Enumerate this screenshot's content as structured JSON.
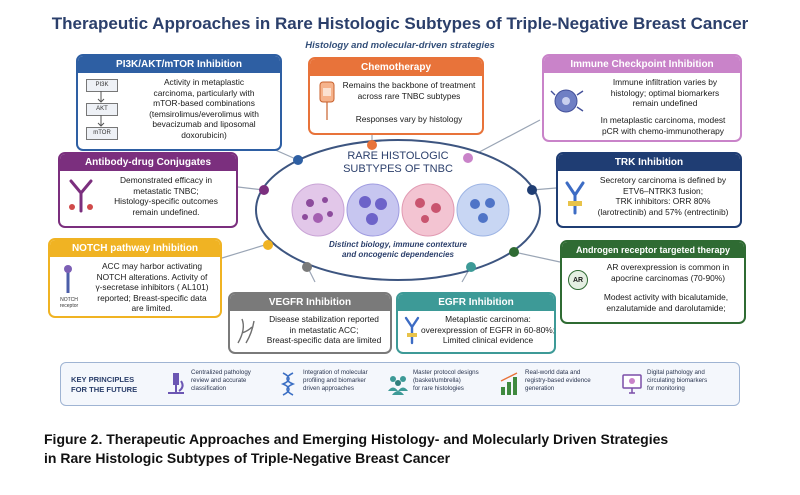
{
  "title": "Therapeutic Approaches in Rare Histologic Subtypes of Triple-Negative Breast Cancer",
  "subtitle": "Histology and molecular-driven strategies",
  "center": {
    "title_line1": "RARE HISTOLOGIC",
    "title_line2": "SUBTYPES OF TNBC",
    "desc_line1": "Distinct biology, immune contexture",
    "desc_line2": "and oncogenic dependencies"
  },
  "colors": {
    "pi3k": "#2e5fa3",
    "chemo": "#e8733a",
    "immune": "#c983c9",
    "adc": "#7b2f7e",
    "trk": "#1f3d73",
    "notch": "#f0b323",
    "androgen": "#2f6b33",
    "vegf": "#7a7a7a",
    "egfr": "#3d9a97"
  },
  "cards": {
    "pi3k": {
      "header": "PI3K/AKT/mTOR Inhibition",
      "lines": [
        "Activity in metaplastic",
        "carcinoma, particularly with",
        "mTOR-based combinations",
        "(temsirolimus/everolimus with",
        "bevacizumab and liposomal",
        "doxorubicin)"
      ],
      "pathway": [
        "PI3K",
        "AKT",
        "mTOR"
      ]
    },
    "chemo": {
      "header": "Chemotherapy",
      "lines": [
        "Remains the backbone of treatment",
        "across rare TNBC subtypes"
      ],
      "lines2": [
        "Responses vary by histology"
      ]
    },
    "immune": {
      "header": "Immune Checkpoint Inhibition",
      "lines": [
        "Immune infiltration varies by",
        "histology; optimal biomarkers",
        "remain undefined"
      ],
      "lines2": [
        "In metaplastic carcinoma, modest",
        "pCR with chemo-immunotherapy"
      ]
    },
    "adc": {
      "header": "Antibody-drug Conjugates",
      "lines": [
        "Demonstrated efficacy in",
        "metastatic TNBC;",
        "Histology-specific outcomes",
        "remain undefined."
      ]
    },
    "trk": {
      "header": "TRK Inhibition",
      "lines": [
        "Secretory carcinoma is defined by",
        "ETV6–NTRK3 fusion;",
        "TRK inhibitors: ORR 80%",
        "(larotrectinib) and 57% (entrectinib)"
      ]
    },
    "notch": {
      "header": "NOTCH pathway Inhibition",
      "lines": [
        "ACC may harbor activating",
        "NOTCH alterations. Activity of",
        "γ-secretase inhibitors ( AL101)",
        "reported; Breast-specific data",
        "are limited."
      ],
      "icon_label": "NOTCH receptor"
    },
    "androgen": {
      "header": "Androgen receptor targeted therapy",
      "lines": [
        "AR overexpression is common in",
        "apocrine carcinomas (70-90%)"
      ],
      "lines2": [
        "Modest activity with bicalutamide,",
        "enzalutamide and darolutamide;"
      ],
      "icon_label": "AR"
    },
    "vegf": {
      "header": "VEGFR Inhibition",
      "lines": [
        "Disease stabilization reported",
        "in metastatic ACC;",
        "Breast-specific data are limited"
      ]
    },
    "egfr": {
      "header": "EGFR Inhibition",
      "lines": [
        "Metaplastic carcinoma:",
        "overexpression of EGFR in 60-80%;",
        "Limited clinical evidence"
      ]
    }
  },
  "principles": {
    "label_line1": "KEY PRINCIPLES",
    "label_line2": "FOR THE FUTURE",
    "items": [
      {
        "lines": [
          "Centralized pathology",
          "review and accurate",
          "classification"
        ],
        "icon": "microscope-icon"
      },
      {
        "lines": [
          "Integration of molecular",
          "profiling and biomarker",
          "driven approaches"
        ],
        "icon": "dna-icon"
      },
      {
        "lines": [
          "Master protocol designs",
          "(basket/umbrella)",
          "for rare histologies"
        ],
        "icon": "people-icon"
      },
      {
        "lines": [
          "Real-world data and",
          "registry-based evidence",
          "generation"
        ],
        "icon": "bar-chart-icon"
      },
      {
        "lines": [
          "Digital pathology and",
          "circulating biomarkers",
          "for monitoring"
        ],
        "icon": "monitor-icon"
      }
    ]
  },
  "caption": {
    "line1": "Figure 2. Therapeutic Approaches and Emerging Histology- and Molecularly Driven Strategies",
    "line2": "in Rare Histologic Subtypes of Triple-Negative Breast Cancer"
  }
}
